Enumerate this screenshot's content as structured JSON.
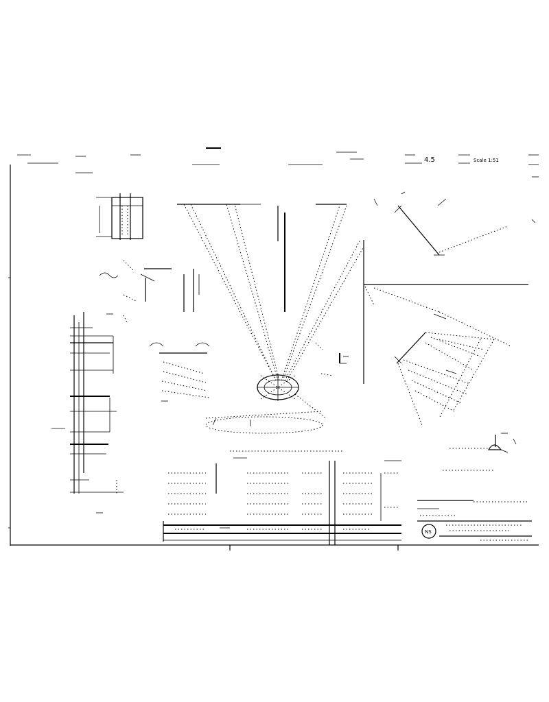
{
  "sheet": {
    "scale_mark": "4.5",
    "header_note": "Scale 1:51",
    "title_block": {
      "symbol": "NS"
    }
  },
  "sections": [
    "top-left-elevation",
    "left-side-elevation",
    "left-plan-view",
    "central-radial-view",
    "right-top-detail",
    "right-fan-detail",
    "bottom-schedule-table",
    "title-block"
  ]
}
